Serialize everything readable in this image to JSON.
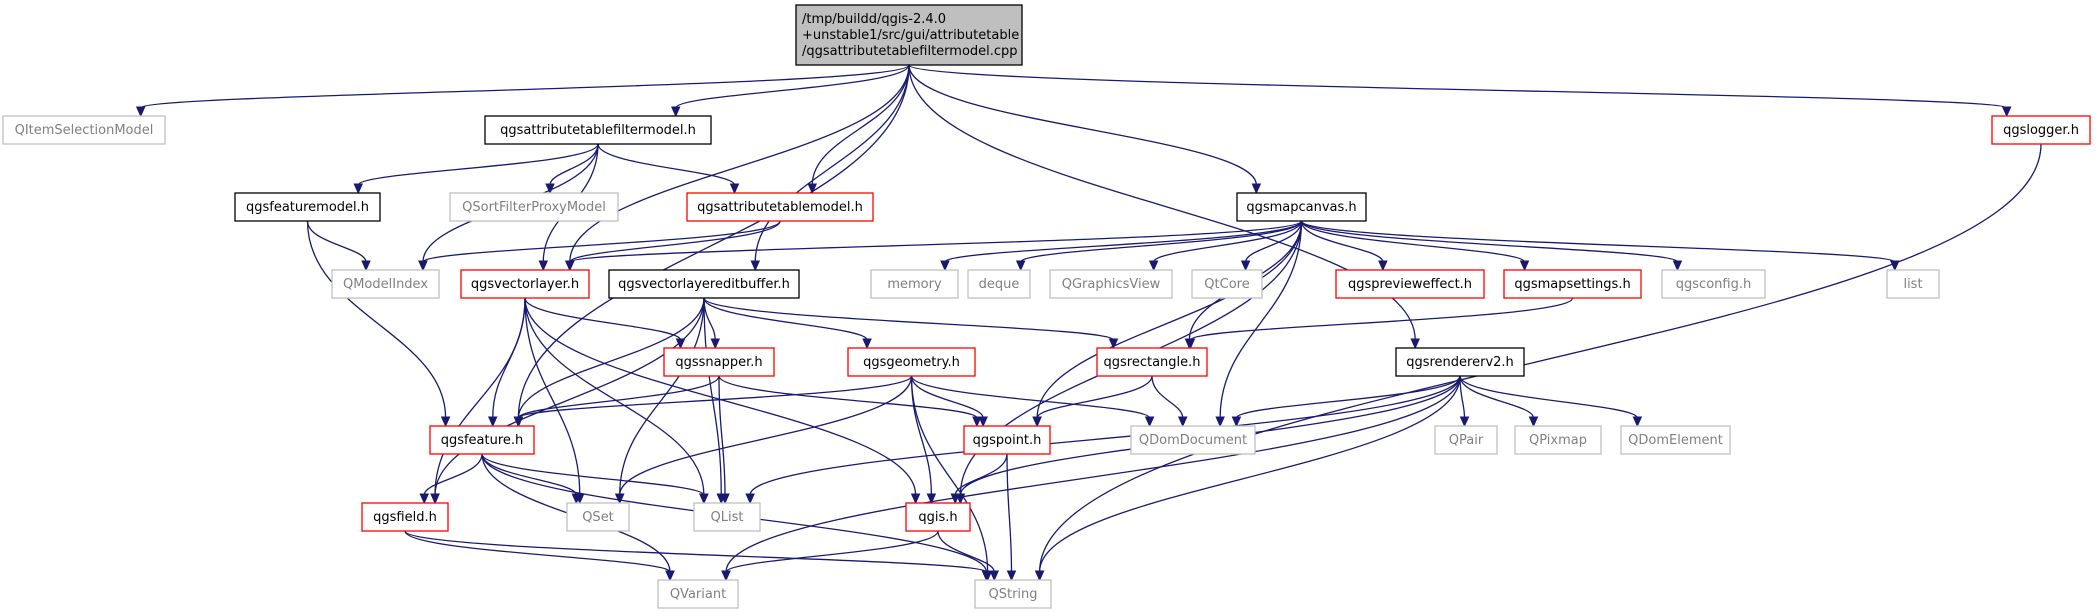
{
  "colors": {
    "edge": "#191970",
    "normal_border": "#000000",
    "red_border": "#ff0000",
    "gray_border": "#bfbfbf",
    "root_fill": "#bfbfbf",
    "normal_text": "#000000",
    "gray_text": "#808080"
  },
  "nodes": [
    {
      "id": "root",
      "kind": "root",
      "lines": [
        "/tmp/buildd/qgis-2.4.0",
        "+unstable1/src/gui/attributetable",
        "/qgsattributetablefiltermodel.cpp"
      ]
    },
    {
      "id": "qitemselectionmodel",
      "kind": "gray",
      "lines": [
        "QItemSelectionModel"
      ]
    },
    {
      "id": "filtermodel_h",
      "kind": "normal",
      "lines": [
        "qgsattributetablefiltermodel.h"
      ]
    },
    {
      "id": "qgslogger_h",
      "kind": "red",
      "lines": [
        "qgslogger.h"
      ]
    },
    {
      "id": "featuremodel_h",
      "kind": "normal",
      "lines": [
        "qgsfeaturemodel.h"
      ]
    },
    {
      "id": "qsortfilterproxymodel",
      "kind": "gray",
      "lines": [
        "QSortFilterProxyModel"
      ]
    },
    {
      "id": "tablemodel_h",
      "kind": "red",
      "lines": [
        "qgsattributetablemodel.h"
      ]
    },
    {
      "id": "mapcanvas_h",
      "kind": "normal",
      "lines": [
        "qgsmapcanvas.h"
      ]
    },
    {
      "id": "qmodelindex",
      "kind": "gray",
      "lines": [
        "QModelIndex"
      ]
    },
    {
      "id": "vectorlayer_h",
      "kind": "red",
      "lines": [
        "qgsvectorlayer.h"
      ]
    },
    {
      "id": "editbuffer_h",
      "kind": "normal",
      "lines": [
        "qgsvectorlayereditbuffer.h"
      ]
    },
    {
      "id": "memory",
      "kind": "gray",
      "lines": [
        "memory"
      ]
    },
    {
      "id": "deque",
      "kind": "gray",
      "lines": [
        "deque"
      ]
    },
    {
      "id": "qgraphicsview",
      "kind": "gray",
      "lines": [
        "QGraphicsView"
      ]
    },
    {
      "id": "qtcore",
      "kind": "gray",
      "lines": [
        "QtCore"
      ]
    },
    {
      "id": "previeweffect_h",
      "kind": "red",
      "lines": [
        "qgspreviewеffect.h"
      ]
    },
    {
      "id": "mapsettings_h",
      "kind": "red",
      "lines": [
        "qgsmapsettings.h"
      ]
    },
    {
      "id": "qgsconfig_h",
      "kind": "gray",
      "lines": [
        "qgsconfig.h"
      ]
    },
    {
      "id": "list",
      "kind": "gray",
      "lines": [
        "list"
      ]
    },
    {
      "id": "snapper_h",
      "kind": "red",
      "lines": [
        "qgssnapper.h"
      ]
    },
    {
      "id": "geometry_h",
      "kind": "red",
      "lines": [
        "qgsgeometry.h"
      ]
    },
    {
      "id": "rectangle_h",
      "kind": "red",
      "lines": [
        "qgsrectangle.h"
      ]
    },
    {
      "id": "rendererv2_h",
      "kind": "normal",
      "lines": [
        "qgsrendererv2.h"
      ]
    },
    {
      "id": "feature_h",
      "kind": "red",
      "lines": [
        "qgsfeature.h"
      ]
    },
    {
      "id": "point_h",
      "kind": "red",
      "lines": [
        "qgspoint.h"
      ]
    },
    {
      "id": "qdomdocument",
      "kind": "gray",
      "lines": [
        "QDomDocument"
      ]
    },
    {
      "id": "qpair",
      "kind": "gray",
      "lines": [
        "QPair"
      ]
    },
    {
      "id": "qpixmap",
      "kind": "gray",
      "lines": [
        "QPixmap"
      ]
    },
    {
      "id": "qdomelement",
      "kind": "gray",
      "lines": [
        "QDomElement"
      ]
    },
    {
      "id": "field_h",
      "kind": "red",
      "lines": [
        "qgsfield.h"
      ]
    },
    {
      "id": "qset",
      "kind": "gray",
      "lines": [
        "QSet"
      ]
    },
    {
      "id": "qlist",
      "kind": "gray",
      "lines": [
        "QList"
      ]
    },
    {
      "id": "qgis_h",
      "kind": "red",
      "lines": [
        "qgis.h"
      ]
    },
    {
      "id": "qvariant",
      "kind": "gray",
      "lines": [
        "QVariant"
      ]
    },
    {
      "id": "qstring",
      "kind": "gray",
      "lines": [
        "QString"
      ]
    }
  ],
  "edges": [
    [
      "root",
      "qitemselectionmodel"
    ],
    [
      "root",
      "filtermodel_h"
    ],
    [
      "root",
      "feature_h"
    ],
    [
      "root",
      "tablemodel_h"
    ],
    [
      "root",
      "vectorlayer_h"
    ],
    [
      "root",
      "editbuffer_h"
    ],
    [
      "root",
      "mapcanvas_h"
    ],
    [
      "root",
      "rendererv2_h"
    ],
    [
      "root",
      "qgslogger_h"
    ],
    [
      "filtermodel_h",
      "featuremodel_h"
    ],
    [
      "filtermodel_h",
      "qmodelindex"
    ],
    [
      "filtermodel_h",
      "qsortfilterproxymodel"
    ],
    [
      "filtermodel_h",
      "tablemodel_h"
    ],
    [
      "filtermodel_h",
      "vectorlayer_h"
    ],
    [
      "featuremodel_h",
      "qmodelindex"
    ],
    [
      "featuremodel_h",
      "feature_h"
    ],
    [
      "tablemodel_h",
      "qmodelindex"
    ],
    [
      "tablemodel_h",
      "vectorlayer_h"
    ],
    [
      "mapcanvas_h",
      "vectorlayer_h"
    ],
    [
      "mapcanvas_h",
      "memory"
    ],
    [
      "mapcanvas_h",
      "deque"
    ],
    [
      "mapcanvas_h",
      "qgraphicsview"
    ],
    [
      "mapcanvas_h",
      "qtcore"
    ],
    [
      "mapcanvas_h",
      "previeweffect_h"
    ],
    [
      "mapcanvas_h",
      "mapsettings_h"
    ],
    [
      "mapcanvas_h",
      "qgsconfig_h"
    ],
    [
      "mapcanvas_h",
      "list"
    ],
    [
      "mapcanvas_h",
      "rectangle_h"
    ],
    [
      "mapcanvas_h",
      "point_h"
    ],
    [
      "mapcanvas_h",
      "qdomdocument"
    ],
    [
      "mapcanvas_h",
      "qgis_h"
    ],
    [
      "mapsettings_h",
      "rectangle_h"
    ],
    [
      "vectorlayer_h",
      "feature_h"
    ],
    [
      "vectorlayer_h",
      "field_h"
    ],
    [
      "vectorlayer_h",
      "snapper_h"
    ],
    [
      "vectorlayer_h",
      "qset"
    ],
    [
      "vectorlayer_h",
      "qlist"
    ],
    [
      "vectorlayer_h",
      "qgis_h"
    ],
    [
      "editbuffer_h",
      "feature_h"
    ],
    [
      "editbuffer_h",
      "field_h"
    ],
    [
      "editbuffer_h",
      "snapper_h"
    ],
    [
      "editbuffer_h",
      "geometry_h"
    ],
    [
      "editbuffer_h",
      "rectangle_h"
    ],
    [
      "editbuffer_h",
      "qset"
    ],
    [
      "editbuffer_h",
      "qlist"
    ],
    [
      "snapper_h",
      "feature_h"
    ],
    [
      "snapper_h",
      "point_h"
    ],
    [
      "snapper_h",
      "qlist"
    ],
    [
      "geometry_h",
      "feature_h"
    ],
    [
      "geometry_h",
      "point_h"
    ],
    [
      "geometry_h",
      "qdomdocument"
    ],
    [
      "geometry_h",
      "qset"
    ],
    [
      "geometry_h",
      "qgis_h"
    ],
    [
      "geometry_h",
      "qstring"
    ],
    [
      "rectangle_h",
      "point_h"
    ],
    [
      "rectangle_h",
      "qdomdocument"
    ],
    [
      "rendererv2_h",
      "qdomdocument"
    ],
    [
      "rendererv2_h",
      "qpair"
    ],
    [
      "rendererv2_h",
      "qpixmap"
    ],
    [
      "rendererv2_h",
      "qdomelement"
    ],
    [
      "rendererv2_h",
      "qlist"
    ],
    [
      "rendererv2_h",
      "qgis_h"
    ],
    [
      "rendererv2_h",
      "qvariant"
    ],
    [
      "rendererv2_h",
      "qstring"
    ],
    [
      "feature_h",
      "field_h"
    ],
    [
      "feature_h",
      "qset"
    ],
    [
      "feature_h",
      "qlist"
    ],
    [
      "feature_h",
      "qvariant"
    ],
    [
      "feature_h",
      "qstring"
    ],
    [
      "point_h",
      "qgis_h"
    ],
    [
      "point_h",
      "qstring"
    ],
    [
      "field_h",
      "qvariant"
    ],
    [
      "field_h",
      "qstring"
    ],
    [
      "qgis_h",
      "qvariant"
    ],
    [
      "qgis_h",
      "qstring"
    ],
    [
      "qgslogger_h",
      "qstring"
    ]
  ]
}
